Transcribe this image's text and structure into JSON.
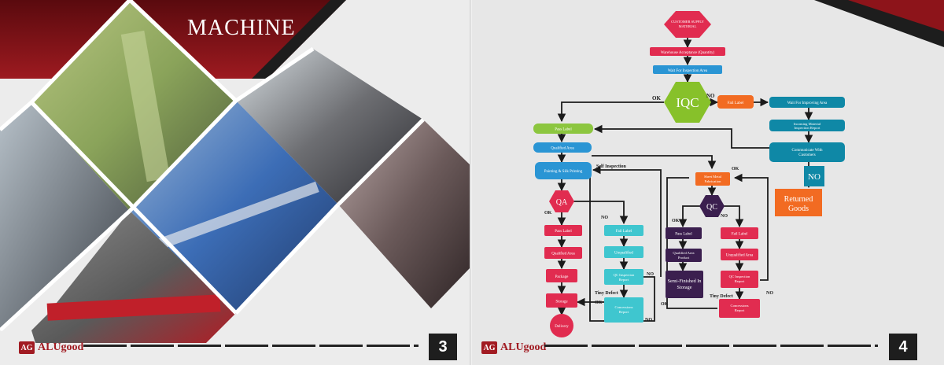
{
  "left_page": {
    "title": "MACHINE",
    "logo_mark": "AG",
    "logo_word": "ALUgood",
    "page_number": "3",
    "photos": [
      {
        "name": "bending-machine-photo-green"
      },
      {
        "name": "press-brake-photo-workshop"
      },
      {
        "name": "press-brake-photo-blue"
      },
      {
        "name": "laser-cutter-photo-red"
      },
      {
        "name": "press-brake-photo-dark"
      },
      {
        "name": "workshop-photo-left"
      }
    ]
  },
  "right_page": {
    "logo_mark": "AG",
    "logo_word": "ALUgood",
    "page_number": "4",
    "flow": {
      "customer_supply": [
        "CUSTOMER SUPPLY",
        "MATERIAL"
      ],
      "warehouse": "Warehouse Acceptance (Quantity)",
      "wait_inspection": "Wait For Inspection Area",
      "iqc": "IQC",
      "ok": "OK",
      "no": "NO",
      "fail_label": "Fail Label",
      "wait_improving": "Wait For Improving Area",
      "incoming_report": [
        "Incoming Material",
        "Inspection Report"
      ],
      "communicate": [
        "Communicate With",
        "Customers"
      ],
      "no_box": "NO",
      "returned_goods": [
        "Returned",
        "Goods"
      ],
      "pass_label": "Pass Label",
      "qualified_area": "Qualified Area",
      "painting": "Painting & Silk Printing",
      "self_inspection": "Self Inspection",
      "sheet_metal": [
        "Sheet Metal",
        "Fabrication"
      ],
      "qa": "QA",
      "qc": "QC",
      "unqualified": "Unqualified",
      "qc_report": [
        "QC Inspection",
        "Report"
      ],
      "tiny_defect": "Tiny Defect",
      "concessions_report": [
        "Concessions",
        "Report"
      ],
      "package": "Package",
      "storage": "Storage",
      "delivery": "Delivery",
      "qualified_area_product": [
        "Qualified Area",
        "Product"
      ],
      "unqualified_area": "Unqualified Area",
      "semi_finished": [
        "Semi-Finished In",
        "Storage"
      ]
    }
  }
}
